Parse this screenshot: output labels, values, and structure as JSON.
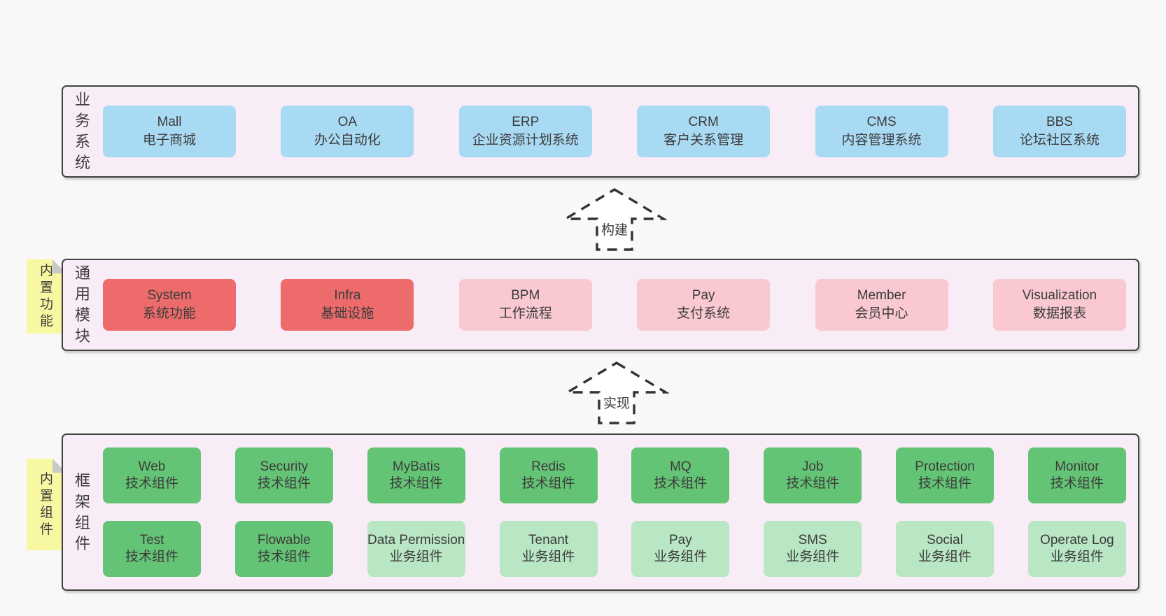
{
  "colors": {
    "page_bg": "#f8f8f8",
    "band_bg": "#f8edf6",
    "band_border": "#424242",
    "text": "#3c3c3c",
    "blue": "#a9daf3",
    "red": "#ee6b6b",
    "pink": "#f9c8d1",
    "green": "#64c475",
    "lightgreen": "#b9e6c3",
    "sticky": "#f9f8a2",
    "fold": "#c9c9c9",
    "arrow": "#333333"
  },
  "bands": {
    "business": {
      "label": "业务系统",
      "items": [
        {
          "name": "Mall",
          "desc": "电子商城",
          "variant": "blue"
        },
        {
          "name": "OA",
          "desc": "办公自动化",
          "variant": "blue"
        },
        {
          "name": "ERP",
          "desc": "企业资源计划系统",
          "variant": "blue"
        },
        {
          "name": "CRM",
          "desc": "客户关系管理",
          "variant": "blue"
        },
        {
          "name": "CMS",
          "desc": "内容管理系统",
          "variant": "blue"
        },
        {
          "name": "BBS",
          "desc": "论坛社区系统",
          "variant": "blue"
        }
      ]
    },
    "modules": {
      "label": "通用模块",
      "sticky": "内置功能",
      "items": [
        {
          "name": "System",
          "desc": "系统功能",
          "variant": "red"
        },
        {
          "name": "Infra",
          "desc": "基础设施",
          "variant": "red"
        },
        {
          "name": "BPM",
          "desc": "工作流程",
          "variant": "pink"
        },
        {
          "name": "Pay",
          "desc": "支付系统",
          "variant": "pink"
        },
        {
          "name": "Member",
          "desc": "会员中心",
          "variant": "pink"
        },
        {
          "name": "Visualization",
          "desc": "数据报表",
          "variant": "pink"
        }
      ]
    },
    "components": {
      "label": "框架组件",
      "sticky": "内置组件",
      "row1": [
        {
          "name": "Web",
          "desc": "技术组件",
          "variant": "green"
        },
        {
          "name": "Security",
          "desc": "技术组件",
          "variant": "green"
        },
        {
          "name": "MyBatis",
          "desc": "技术组件",
          "variant": "green"
        },
        {
          "name": "Redis",
          "desc": "技术组件",
          "variant": "green"
        },
        {
          "name": "MQ",
          "desc": "技术组件",
          "variant": "green"
        },
        {
          "name": "Job",
          "desc": "技术组件",
          "variant": "green"
        },
        {
          "name": "Protection",
          "desc": "技术组件",
          "variant": "green"
        },
        {
          "name": "Monitor",
          "desc": "技术组件",
          "variant": "green"
        }
      ],
      "row2": [
        {
          "name": "Test",
          "desc": "技术组件",
          "variant": "green"
        },
        {
          "name": "Flowable",
          "desc": "技术组件",
          "variant": "green"
        },
        {
          "name": "Data Permission",
          "desc": "业务组件",
          "variant": "lightgreen"
        },
        {
          "name": "Tenant",
          "desc": "业务组件",
          "variant": "lightgreen"
        },
        {
          "name": "Pay",
          "desc": "业务组件",
          "variant": "lightgreen"
        },
        {
          "name": "SMS",
          "desc": "业务组件",
          "variant": "lightgreen"
        },
        {
          "name": "Social",
          "desc": "业务组件",
          "variant": "lightgreen"
        },
        {
          "name": "Operate Log",
          "desc": "业务组件",
          "variant": "lightgreen"
        }
      ]
    }
  },
  "arrows": {
    "build": {
      "label": "构建"
    },
    "implement": {
      "label": "实现"
    }
  }
}
